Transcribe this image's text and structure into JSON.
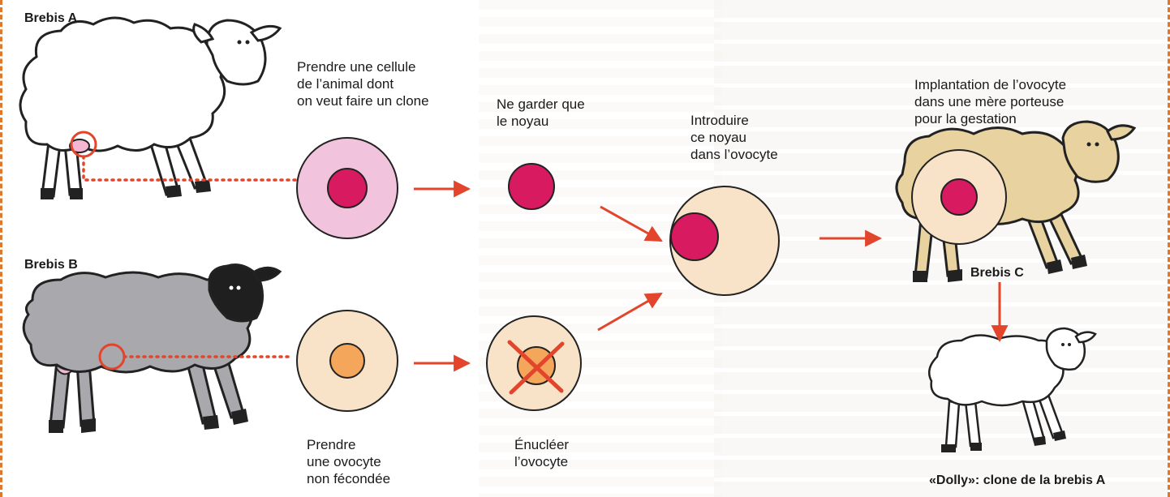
{
  "labels": {
    "brebis_a": "Brebis A",
    "brebis_b": "Brebis B",
    "brebis_c": "Brebis C",
    "step_prendre_cellule": "Prendre une cellule\nde l’animal dont\non veut faire un clone",
    "step_garder_noyau": "Ne garder que\nle noyau",
    "step_introduire": "Introduire\nce noyau\ndans l’ovocyte",
    "step_implantation": "Implantation de l’ovocyte\ndans une mère porteuse\npour la gestation",
    "step_prendre_ovocyte": "Prendre\nune ovocyte\nnon fécondée",
    "step_enucleer": "Énucléer\nl’ovocyte",
    "dolly": "«Dolly»: clone de la brebis A"
  },
  "colors": {
    "arrow": "#e2452b",
    "pink_cell": "#f2c3dc",
    "nucleus": "#d81b60",
    "ovocyte": "#f8e3c8",
    "ovocyte_nucleus": "#f4a65a",
    "wool_a": "#ffffff",
    "wool_b": "#a9a9ad",
    "wool_c": "#e8d2a0",
    "frame": "#e0782c"
  }
}
